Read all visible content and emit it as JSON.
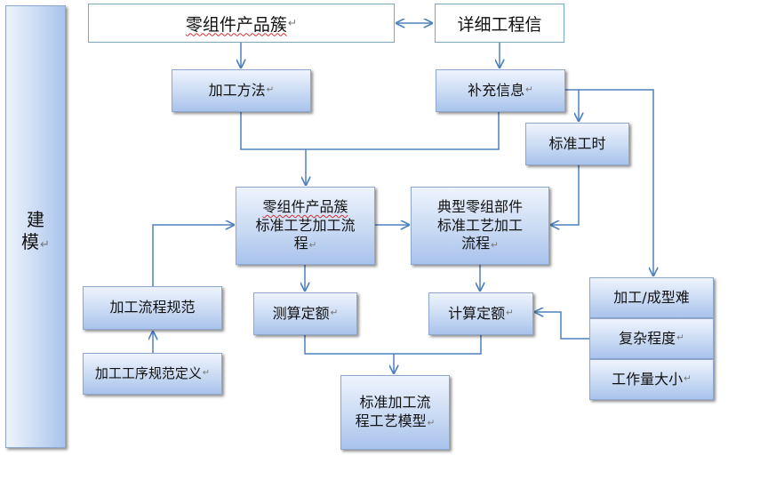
{
  "side_label": {
    "line1": "建",
    "line2": "模"
  },
  "top": {
    "product_family": "零组件产品簇",
    "detail_info": "详细工程信"
  },
  "methods": "加工方法",
  "supplement": "补充信息",
  "std_hours": "标准工时",
  "family_std_process": {
    "line1": "零组件产品簇",
    "line2": "标准工艺加工流",
    "line3": "程"
  },
  "typical_std_process": {
    "line1": "典型零组部件",
    "line2": "标准工艺加工",
    "line3": "流程"
  },
  "flow_spec": "加工流程规范",
  "step_spec": "加工工序规范定义",
  "measure_quota": "测算定额",
  "calc_quota": "计算定额",
  "factors": [
    "加工/成型难",
    "复杂程度",
    "工作量大小"
  ],
  "model": {
    "line1": "标准加工流",
    "line2": "程工艺模型"
  },
  "para_mark": "↵",
  "colors": {
    "line": "#4f81bd",
    "box_top": "#eef4fd",
    "box_bottom": "#a9c3ec"
  }
}
